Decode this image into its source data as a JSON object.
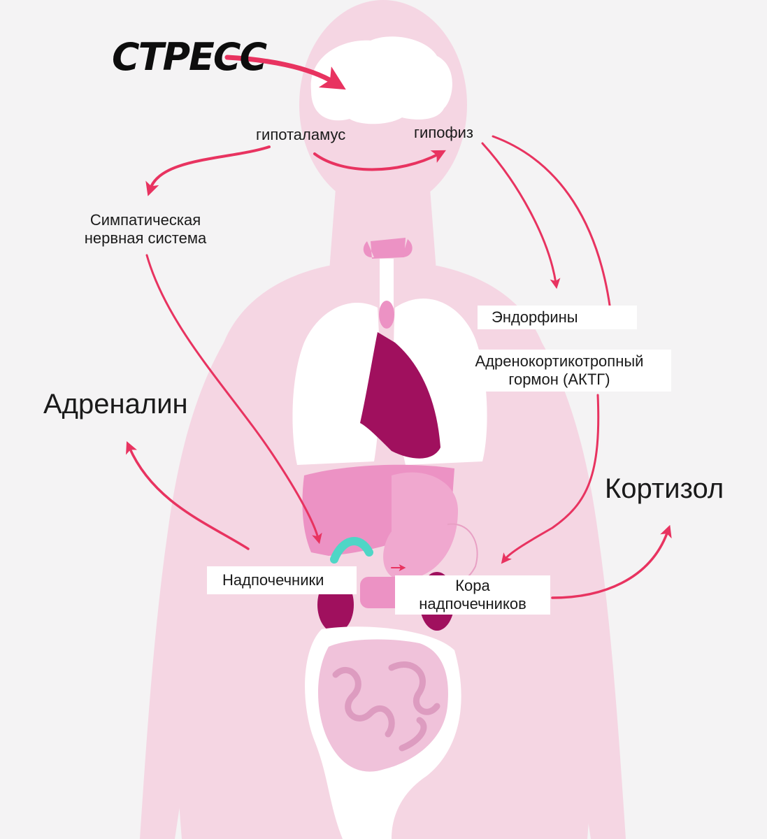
{
  "title": "СТРЕСС",
  "labels": {
    "hypothalamus": "гипоталамус",
    "pituitary": "гипофиз",
    "sympathetic_line1": "Симпатическая",
    "sympathetic_line2": "нервная система",
    "endorphins": "Эндорфины",
    "acth_line1": "Адренокортикотропный",
    "acth_line2": "гормон (АКТГ)",
    "adrenaline": "Адреналин",
    "cortisol": "Кортизол",
    "adrenals": "Надпочечники",
    "cortex_line1": "Кора",
    "cortex_line2": "надпочечников"
  },
  "colors": {
    "background": "#f4f3f4",
    "body": "#f5d6e3",
    "arrow": "#e83360",
    "organ_light": "#ec92c4",
    "organ_dark": "#a0105e",
    "organ_white": "#ffffff",
    "accent_teal": "#4fd6c6"
  }
}
